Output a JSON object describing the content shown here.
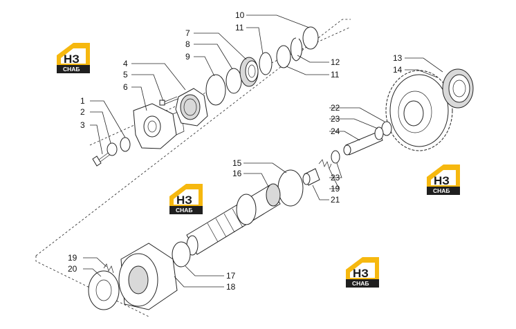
{
  "colors": {
    "logo_yellow": "#f6b80f",
    "logo_dark": "#1f1f1f",
    "line": "#222222"
  },
  "callouts": [
    "1",
    "2",
    "3",
    "4",
    "5",
    "6",
    "7",
    "8",
    "9",
    "10",
    "11",
    "11",
    "12",
    "13",
    "14",
    "15",
    "16",
    "17",
    "18",
    "19",
    "19",
    "20",
    "21",
    "22",
    "23",
    "23",
    "24"
  ],
  "logo": {
    "mark": "НЗ",
    "sub": "СНАБ"
  },
  "icons": [
    "watermark-logo-icon"
  ]
}
